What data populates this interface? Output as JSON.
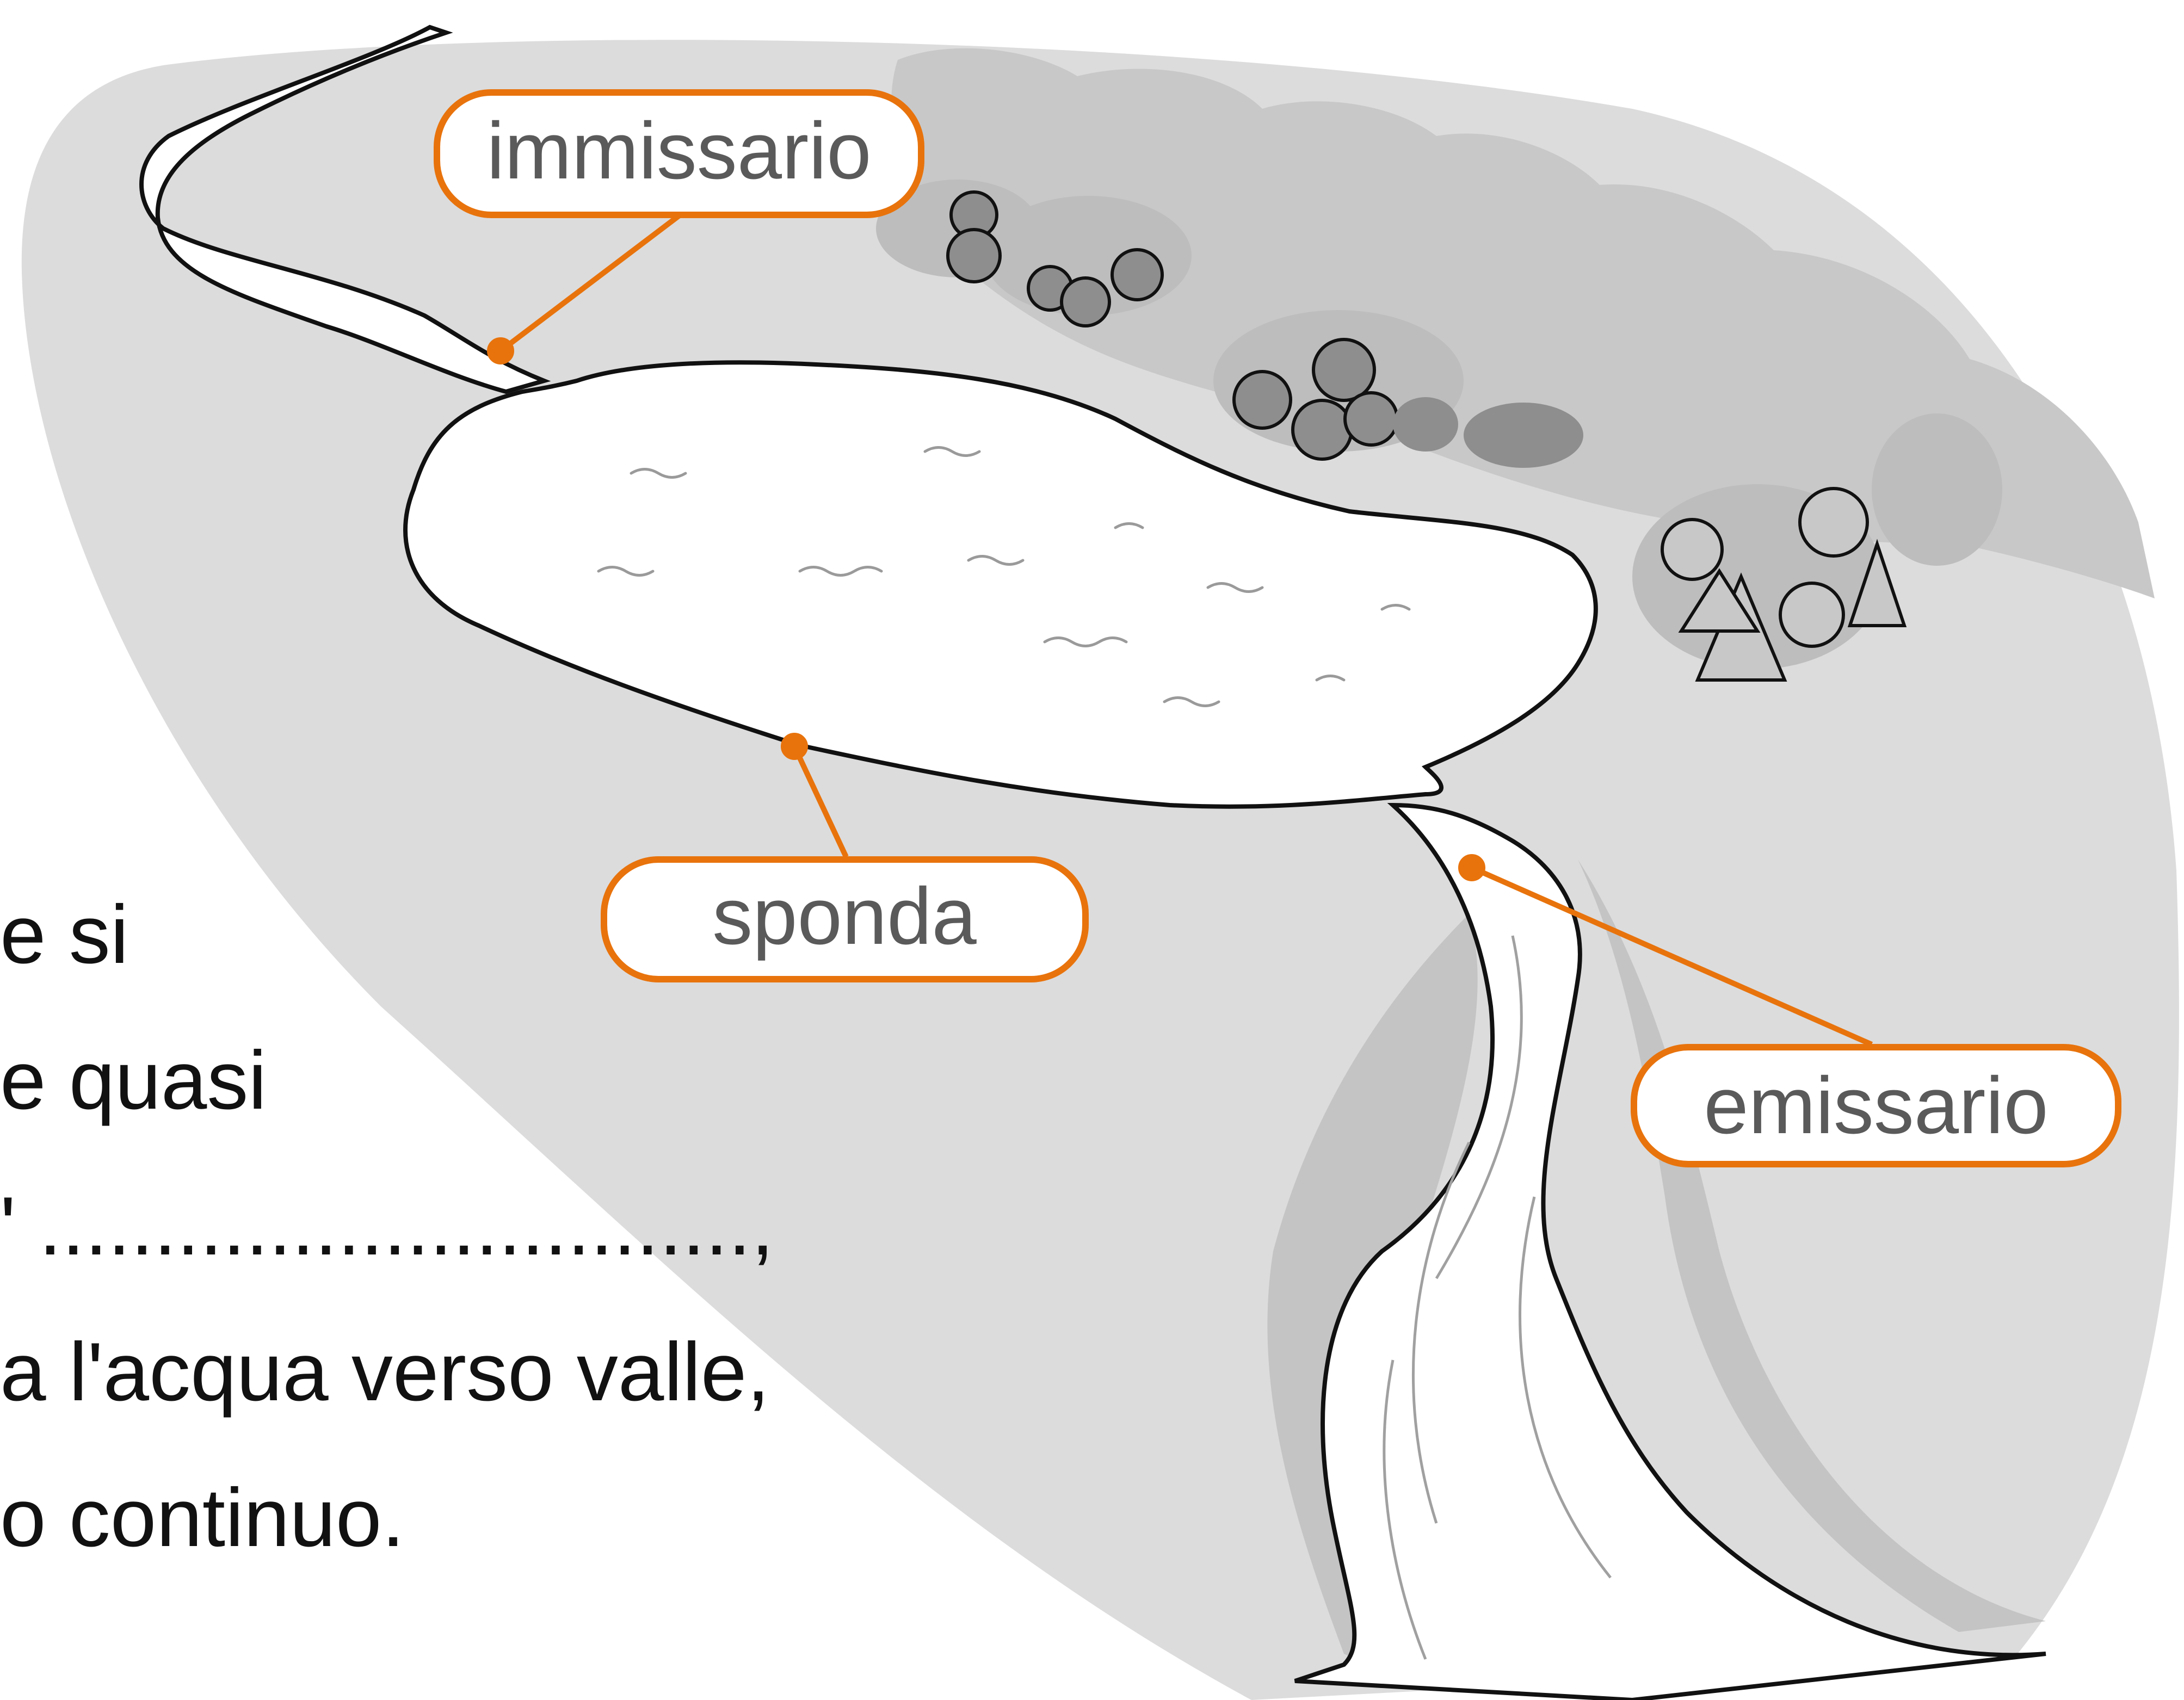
{
  "labels": {
    "immissario": "immissario",
    "sponda": "sponda",
    "emissario": "emissario"
  },
  "text_lines": [
    "e si",
    "e quasi",
    "' ...............................,",
    "a l'acqua verso valle,",
    "o continuo."
  ],
  "colors": {
    "accent": "#e8730c",
    "terrain": "#dcdcdc",
    "terrain_dark": "#c4c4c4",
    "forest": "#c8c8c8",
    "bush": "#8e8e8e",
    "water": "#ffffff",
    "outline": "#111111",
    "label_text": "#5a5a5a"
  },
  "icons": [
    "tree-icon",
    "bush-icon",
    "wave-icon"
  ]
}
